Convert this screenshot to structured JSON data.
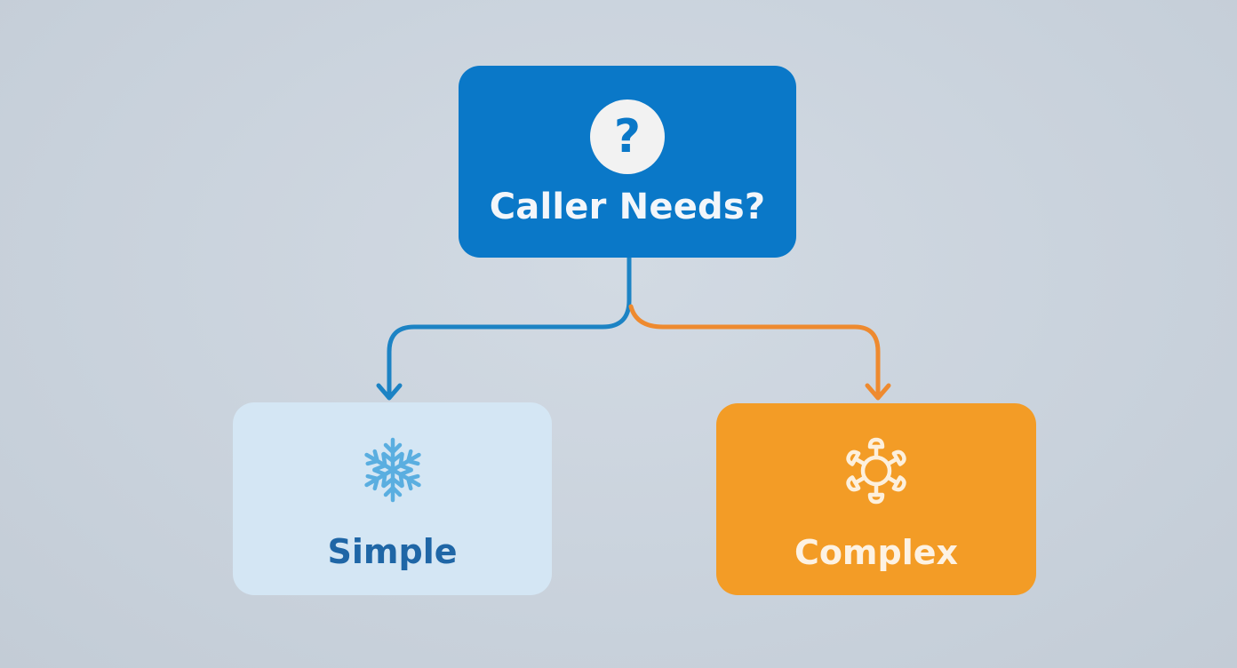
{
  "diagram": {
    "root": {
      "label": "Caller Needs?",
      "icon": "question-mark-icon",
      "symbol": "?"
    },
    "branches": [
      {
        "label": "Simple",
        "icon": "snowflake-icon"
      },
      {
        "label": "Complex",
        "icon": "gear-icon"
      }
    ],
    "edges": [
      {
        "from": "Caller Needs?",
        "to": "Simple"
      },
      {
        "from": "Caller Needs?",
        "to": "Complex"
      }
    ]
  },
  "colors": {
    "background": "#c9d2dc",
    "root": "#0a78c8",
    "simple": "#d4e6f4",
    "complex": "#f39c26",
    "simple_arrow": "#1c83c4",
    "complex_arrow": "#ee8a2f"
  }
}
